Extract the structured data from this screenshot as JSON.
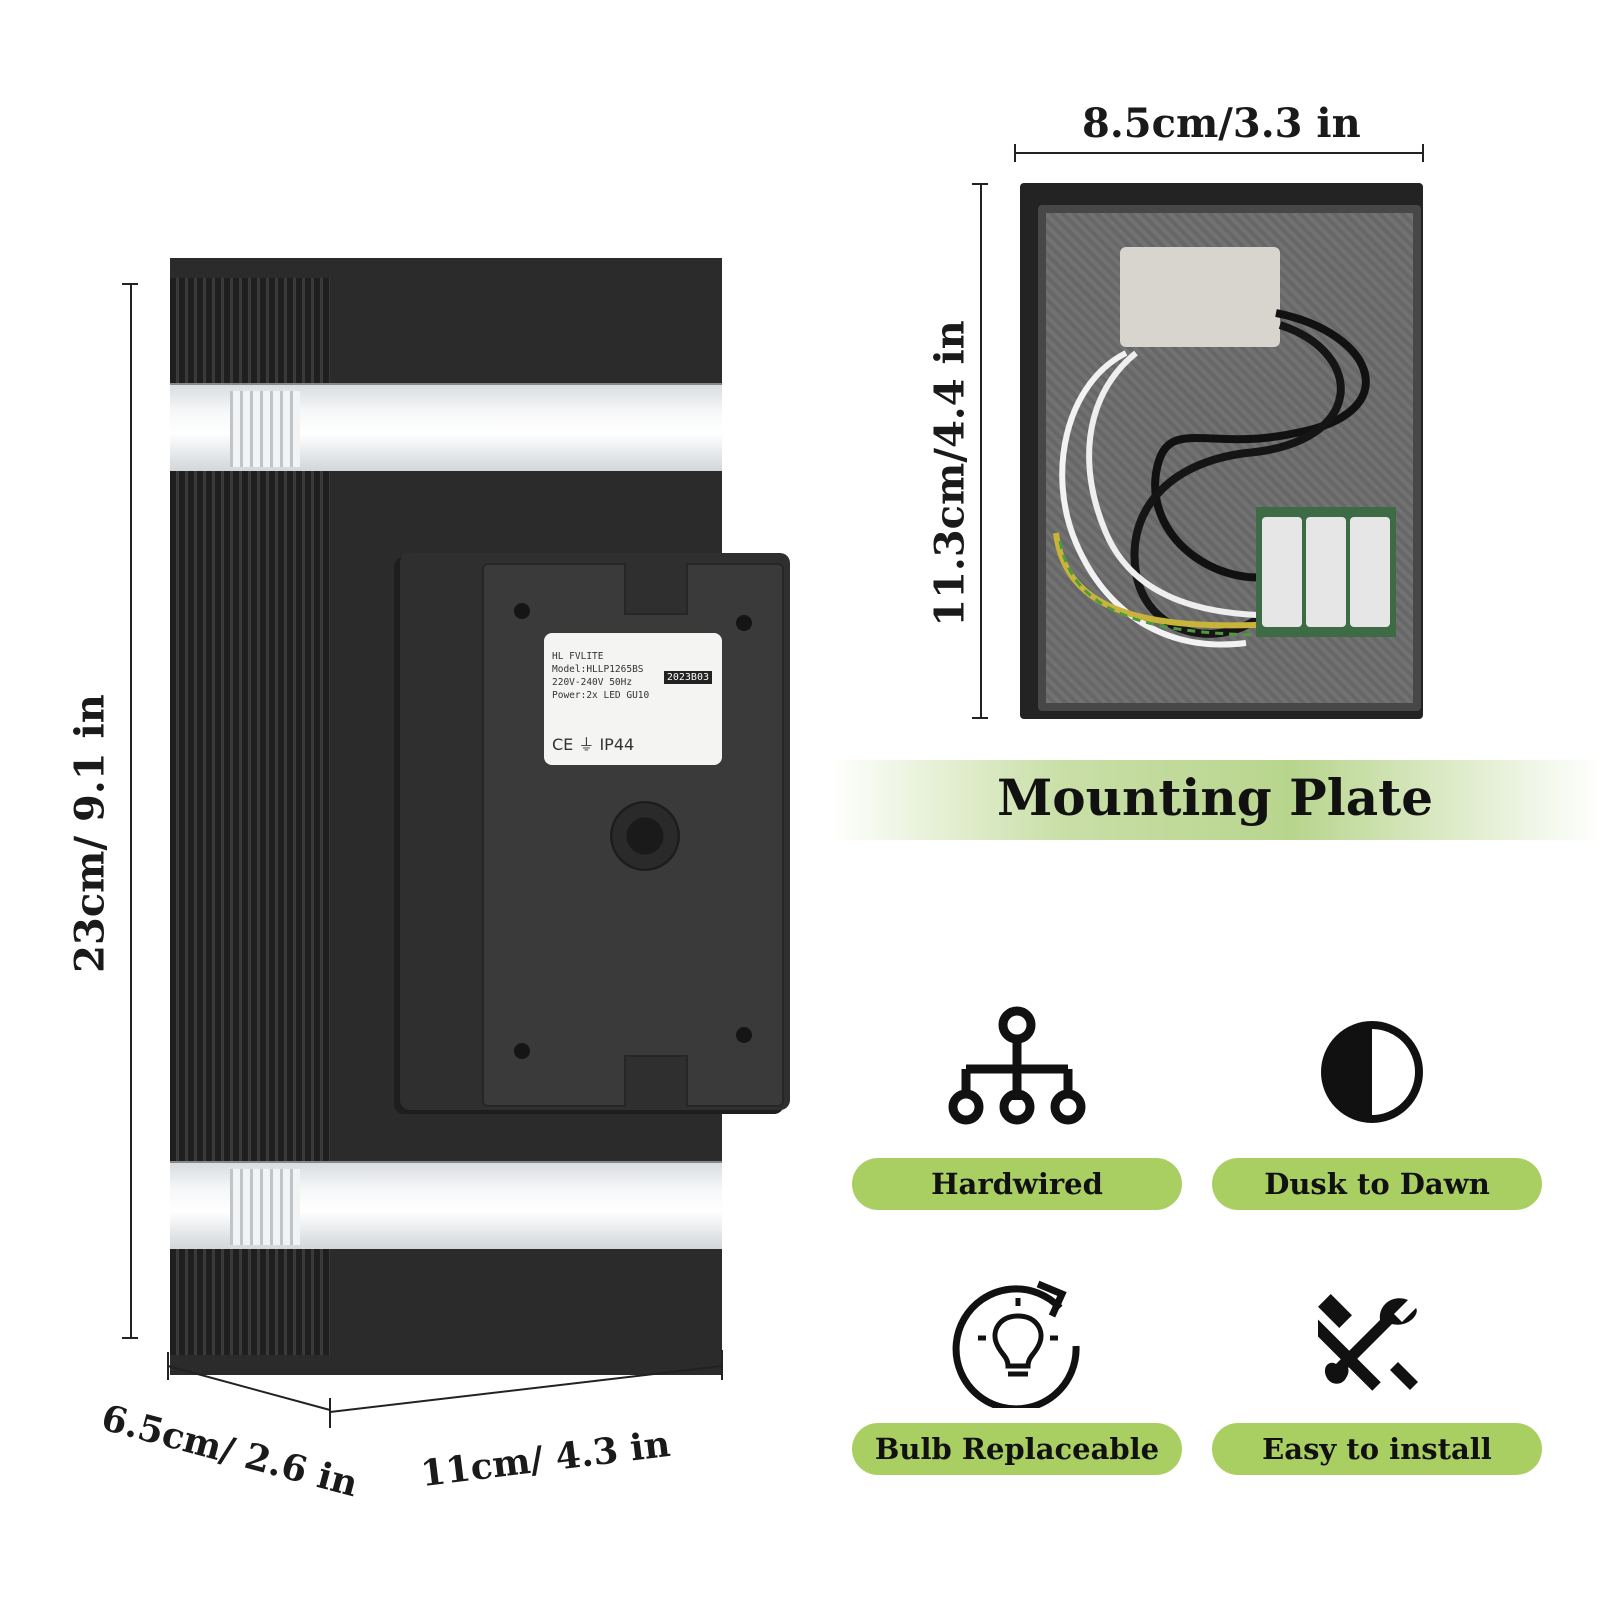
{
  "dimensions": {
    "height": "23cm/ 9.1 in",
    "width": "11cm/ 4.3 in",
    "depth": "6.5cm/ 2.6 in",
    "plate_width": "8.5cm/3.3 in",
    "plate_height": "11.3cm/4.4 in"
  },
  "label": {
    "brand": "HL FVLITE",
    "model": "Model:HLLP1265BS",
    "voltage": "220V-240V 50Hz",
    "power": "Power:2x LED GU10",
    "code": "2023B03",
    "rating": "CE  ⏚  IP44"
  },
  "banner": {
    "title": "Mounting Plate"
  },
  "features": [
    {
      "label": "Hardwired",
      "icon": "network-icon"
    },
    {
      "label": "Dusk to Dawn",
      "icon": "half-circle-icon"
    },
    {
      "label": "Bulb Replaceable",
      "icon": "bulb-refresh-icon"
    },
    {
      "label": "Easy to install",
      "icon": "tools-icon"
    }
  ],
  "colors": {
    "accent": "#a9cf63",
    "lamp_body": "#2b2b2b"
  }
}
